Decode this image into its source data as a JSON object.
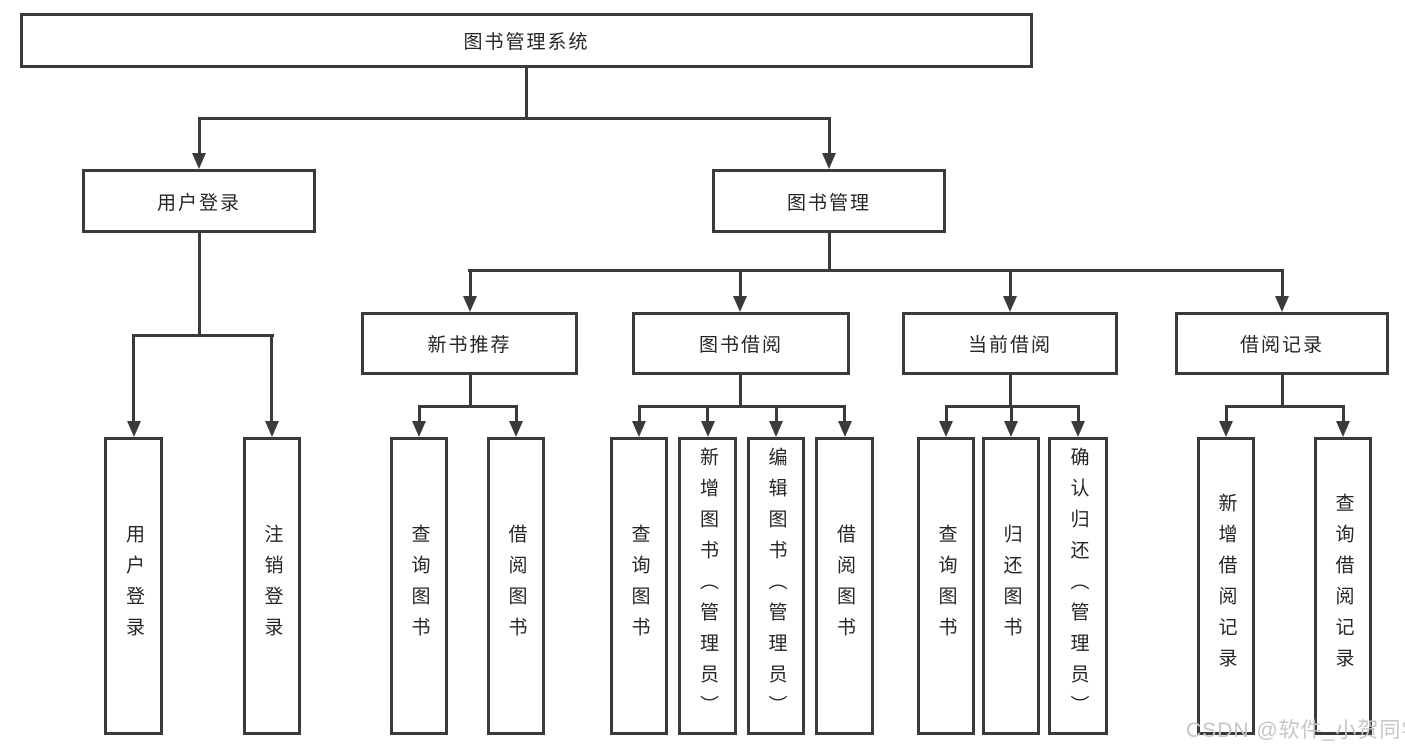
{
  "title": "图书管理系统",
  "nodes": {
    "user_login": "用户登录",
    "book_mgmt": "图书管理",
    "new_book_rec": "新书推荐",
    "book_borrow": "图书借阅",
    "current_borrow": "当前借阅",
    "borrow_records": "借阅记录"
  },
  "leaves": {
    "user_login": [
      "用户登录",
      "注销登录"
    ],
    "new_book_rec": [
      "查询图书",
      "借阅图书"
    ],
    "book_borrow": [
      "查询图书",
      "新增图书（管理员）",
      "编辑图书（管理员）",
      "借阅图书"
    ],
    "current_borrow": [
      "查询图书",
      "归还图书",
      "确认归还（管理员）"
    ],
    "borrow_records": [
      "新增借阅记录",
      "查询借阅记录"
    ]
  },
  "watermark": "CSDN @软件_小贺同学",
  "colors": {
    "line": "#3a3a3a",
    "text": "#262626",
    "watermark": "#c6c6c6",
    "background": "#ffffff"
  }
}
